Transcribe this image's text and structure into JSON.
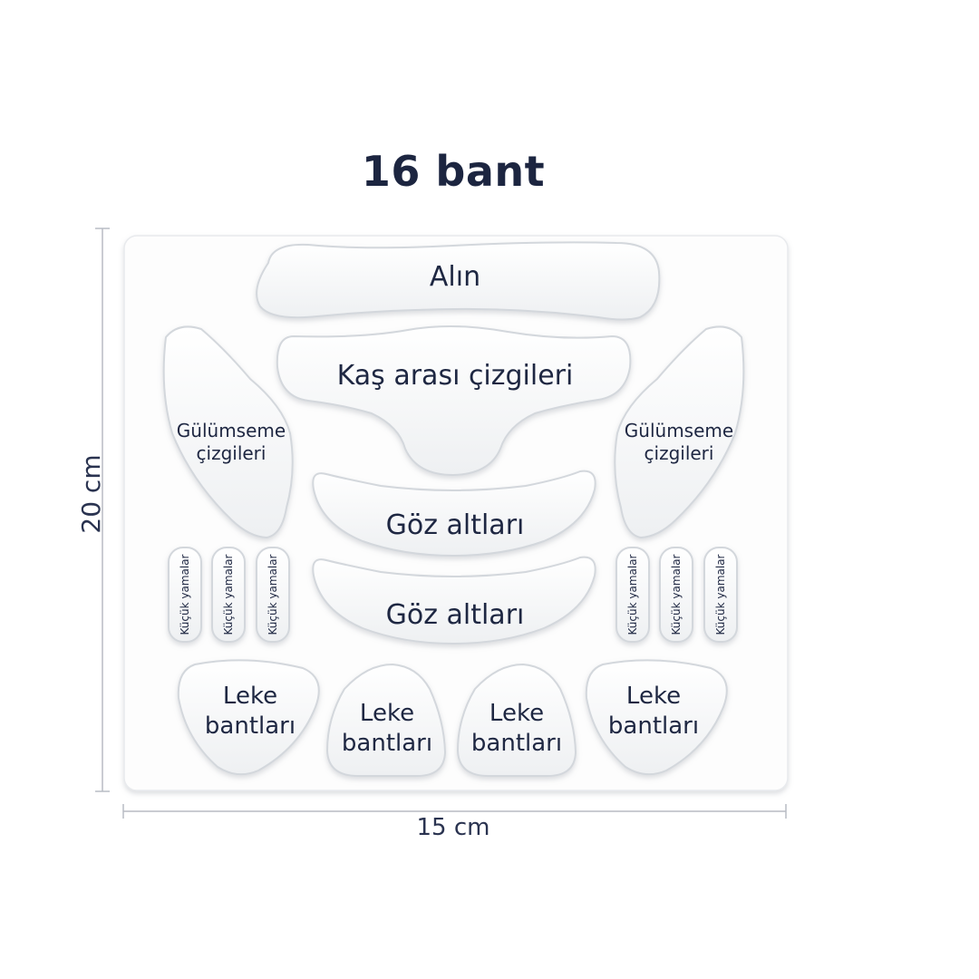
{
  "title": "16 bant",
  "dimensions": {
    "width_label": "15 cm",
    "height_label": "20 cm"
  },
  "patches": {
    "forehead": "Alın",
    "between_brows": "Kaş arası çizgileri",
    "smile_lines_line1": "Gülümseme",
    "smile_lines_line2": "çizgileri",
    "under_eye": "Göz altları",
    "small_patches": "Küçük yamalar",
    "spot_line1": "Leke",
    "spot_line2": "bantları"
  },
  "colors": {
    "text": "#1e2742",
    "patch_fill": "#f7f8f9",
    "patch_edge": "#d3d7dc",
    "sheet": "#fdfdfd",
    "dimension_line": "#b8bcc4"
  }
}
